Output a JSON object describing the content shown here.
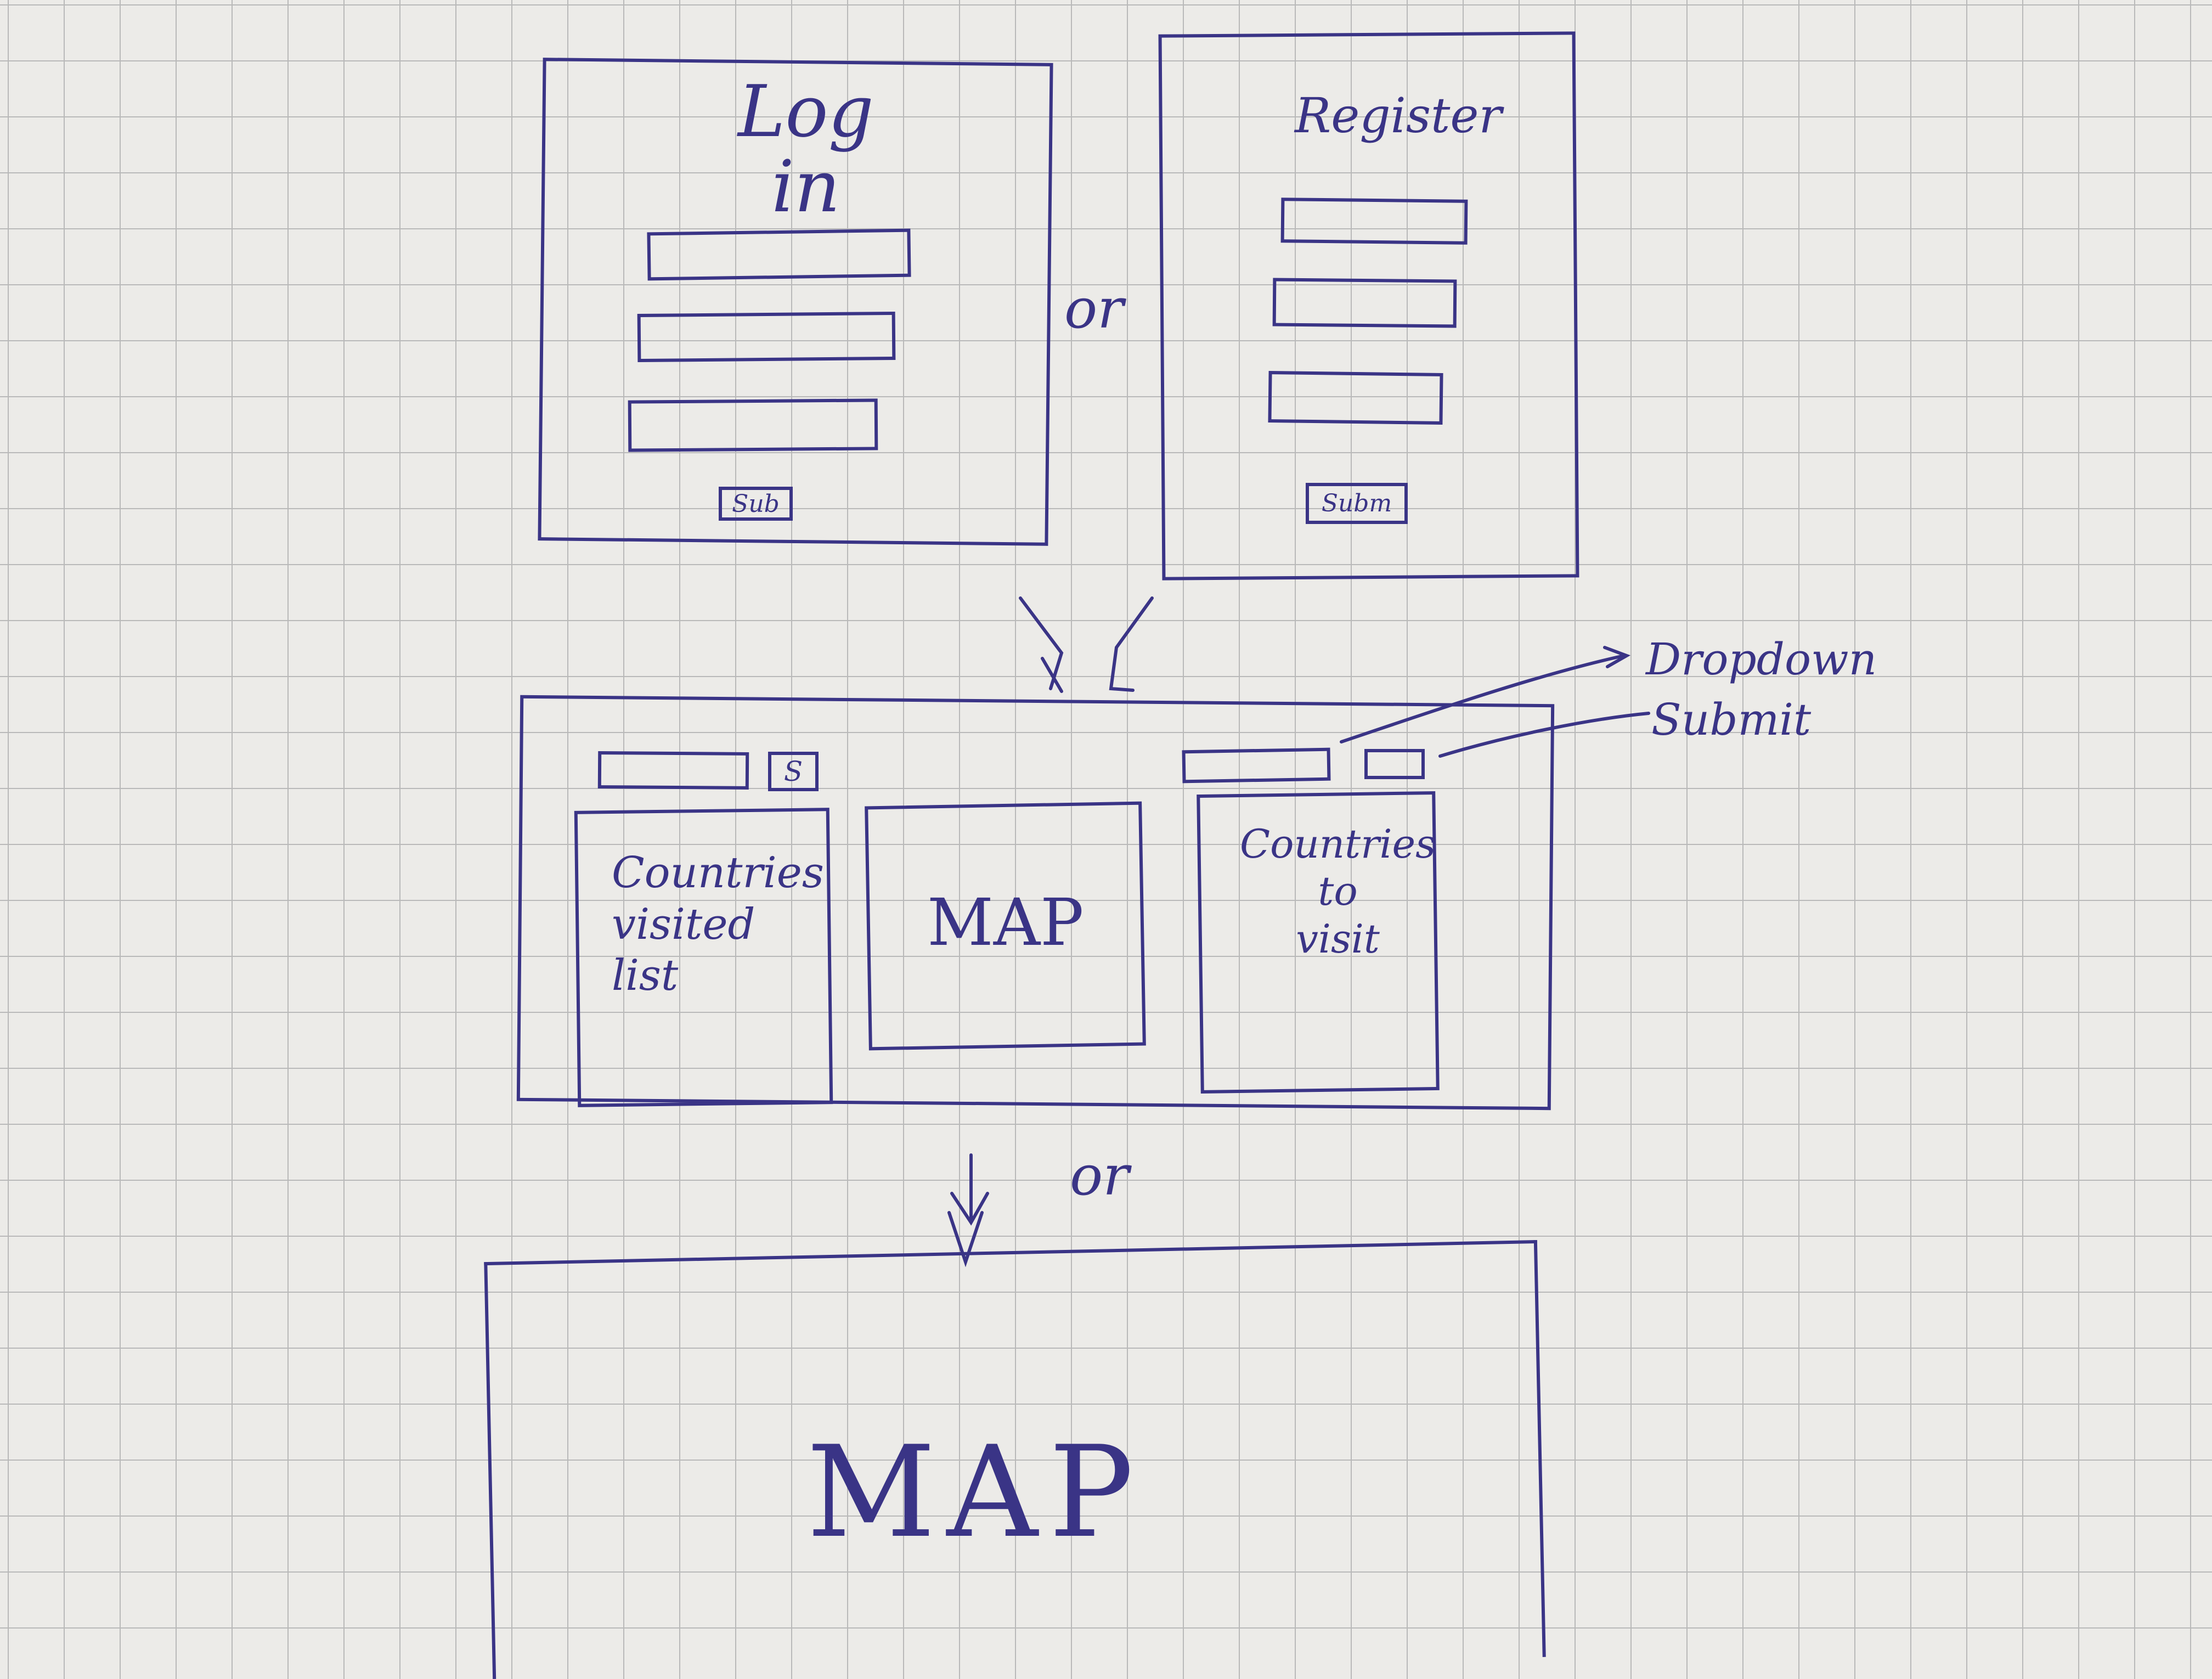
{
  "login": {
    "title": "Log\nin",
    "submit": "Sub"
  },
  "connector_top": "or",
  "register": {
    "title": "Register",
    "submit": "Subm"
  },
  "dashboard": {
    "search_button": "S",
    "visited_list": "Countries\nvisited\nlist",
    "map": "MAP",
    "to_visit_list": "Countries\nto\nvisit"
  },
  "annotations": {
    "dropdown": "Dropdown",
    "submit": "Submit"
  },
  "connector_bottom": "or",
  "fullscreen_map": "MAP"
}
